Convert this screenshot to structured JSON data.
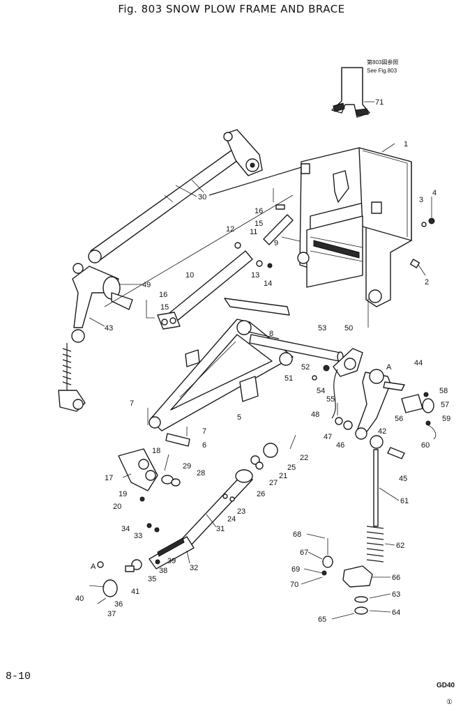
{
  "title": "Fig. 803  SNOW PLOW FRAME AND BRACE",
  "reference_note": {
    "jp": "第803図参照",
    "en": "See Fig.803"
  },
  "footer": {
    "page": "8-10",
    "model": "GD40",
    "sheet": "①"
  },
  "callouts": [
    "1",
    "2",
    "3",
    "4",
    "5",
    "6",
    "7",
    "7",
    "8",
    "9",
    "10",
    "11",
    "12",
    "13",
    "14",
    "15",
    "15",
    "16",
    "16",
    "17",
    "18",
    "19",
    "20",
    "21",
    "22",
    "23",
    "24",
    "25",
    "26",
    "27",
    "28",
    "29",
    "30",
    "31",
    "32",
    "33",
    "34",
    "35",
    "36",
    "37",
    "38",
    "39",
    "40",
    "41",
    "42",
    "43",
    "44",
    "45",
    "46",
    "47",
    "48",
    "49",
    "50",
    "51",
    "52",
    "53",
    "54",
    "55",
    "56",
    "57",
    "58",
    "59",
    "60",
    "61",
    "62",
    "63",
    "64",
    "65",
    "66",
    "67",
    "68",
    "69",
    "70",
    "71",
    "A",
    "A"
  ]
}
